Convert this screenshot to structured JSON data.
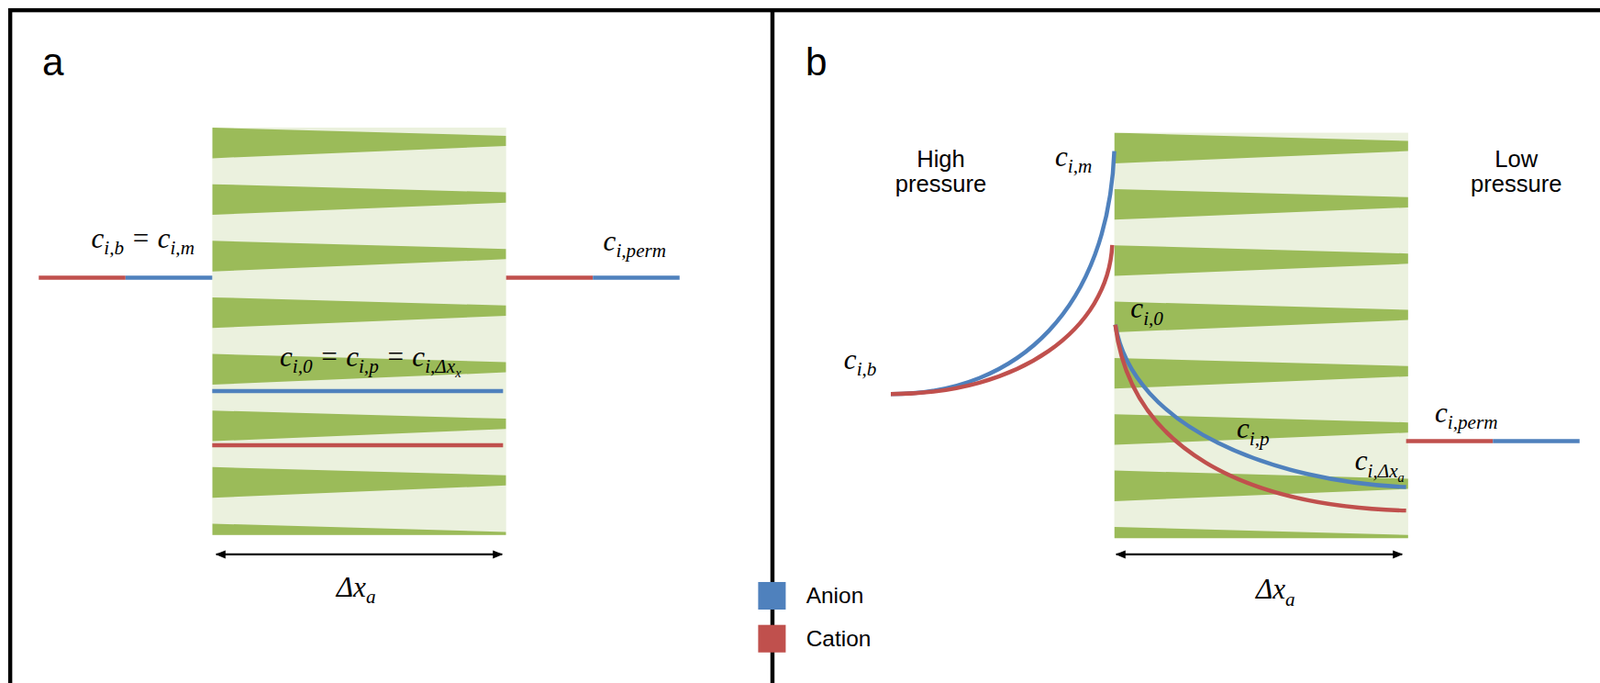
{
  "diagram": {
    "labels": [
      "a",
      "ci,b = ci,m",
      "ci,perm",
      "ci,0 = ci,p = ci,Δxx",
      "Δxa",
      "b",
      "High pressure",
      "Low pressure",
      "ci,m",
      "ci,0",
      "ci,b",
      "ci,p",
      "ci,Δxa",
      "ci,perm",
      "Δxa"
    ],
    "legend": [
      {
        "text": "Anion",
        "color": "#4f81bd"
      },
      {
        "text": "Cation",
        "color": "#c0504d"
      }
    ]
  }
}
